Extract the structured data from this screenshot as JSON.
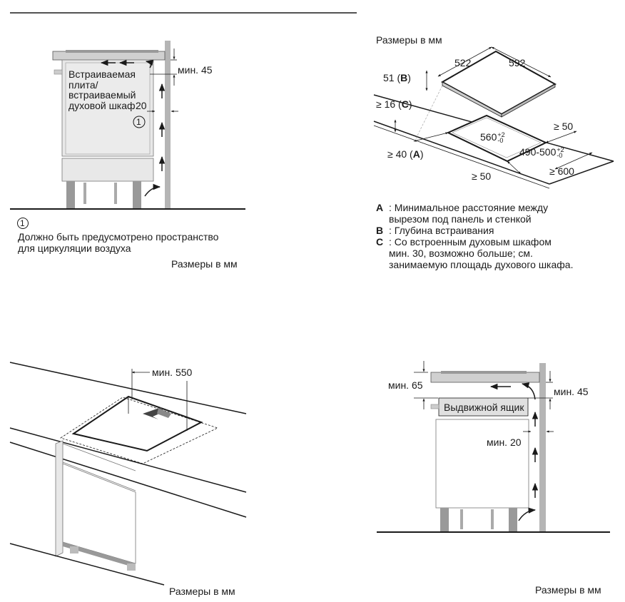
{
  "colors": {
    "line": "#1a1a1a",
    "wall": "#b5b5b5",
    "body": "#e8e8e8",
    "top": "#d0d0d0"
  },
  "fig1": {
    "label_appliance": [
      "Встраиваемая",
      "плита/",
      "встраиваемый",
      "духовой шкаф"
    ],
    "dim_min45": "мин. 45",
    "dim_20": "20",
    "marker": "1"
  },
  "notes": {
    "marker": "1",
    "lines": [
      "Должно быть предусмотрено пространство",
      "для циркуляции воздуха"
    ],
    "units": "Размеры в мм"
  },
  "fig2": {
    "units": "Размеры в мм",
    "dim_522": "522",
    "dim_592": "592",
    "dim_51": "51",
    "key_b": "B",
    "dim_16": "≥ 16",
    "key_c": "C",
    "dim_560": "560",
    "tol_560_up": "+2",
    "tol_560_down": "-0",
    "dim_50_right": "≥ 50",
    "dim_40": "≥ 40",
    "key_a": "A",
    "dim_490": "490-500",
    "tol_490_up": "+2",
    "tol_490_down": "-0",
    "dim_50_bottom": "≥ 50",
    "dim_600": "≥ 600"
  },
  "legend": {
    "a_key": "A",
    "a_lines": [
      ": Минимальное расстояние между",
      "вырезом под панель и стенкой"
    ],
    "b_key": "B",
    "b_lines": [
      ": Глубина встраивания"
    ],
    "c_key": "C",
    "c_lines": [
      ": Со встроенным духовым шкафом",
      "мин. 30, возможно больше; см.",
      "занимаемую площадь духового шкафа."
    ]
  },
  "fig3": {
    "dim_min550": "мин. 550",
    "units": "Размеры в мм"
  },
  "fig4": {
    "dim_min65": "мин. 65",
    "dim_min45": "мин. 45",
    "label_drawer": "Выдвижной ящик",
    "dim_min20": "мин. 20",
    "units": "Размеры в мм"
  }
}
